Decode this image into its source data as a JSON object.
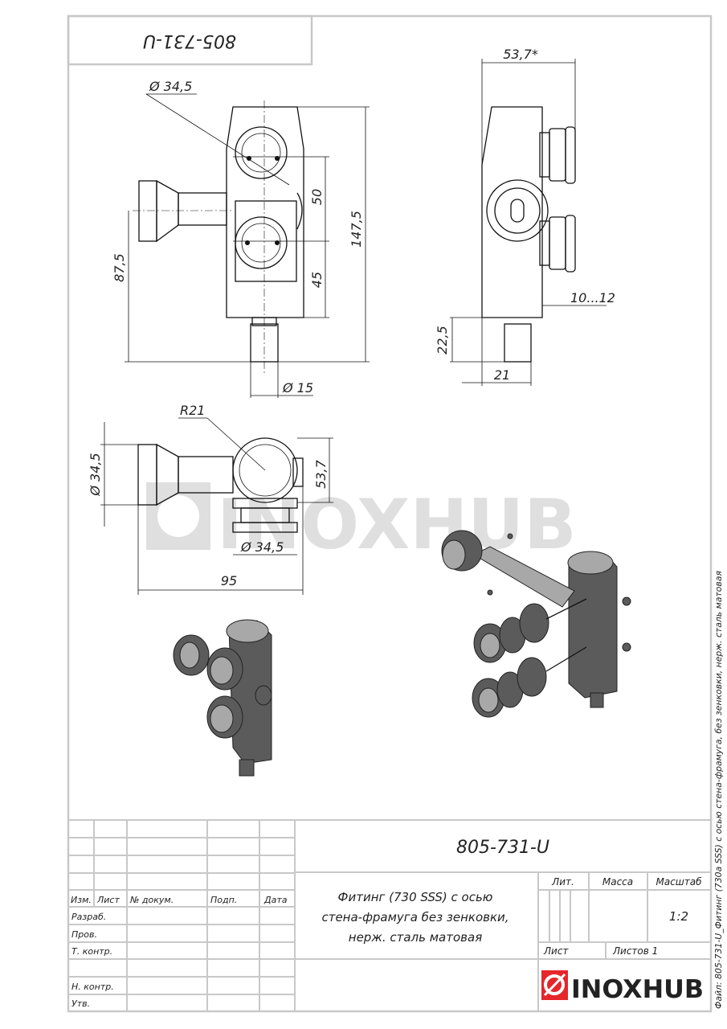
{
  "stamp": {
    "designation_mirrored": "805-731-U"
  },
  "dimensions": {
    "front": {
      "dia_top": "Ø 34,5",
      "d50": "50",
      "d45": "45",
      "d147": "147,5",
      "d87": "87,5",
      "dia15": "Ø 15"
    },
    "side": {
      "d53": "53,7*",
      "d10_12": "10...12",
      "d22": "22,5",
      "d21": "21"
    },
    "top": {
      "r21": "R21",
      "dia_left": "Ø 34,5",
      "d53": "53,7",
      "dia_bottom": "Ø 34,5",
      "d95": "95"
    }
  },
  "watermark": {
    "text": "INOXHUB"
  },
  "title_block": {
    "designation": "805-731-U",
    "name_lines": [
      "Фитинг (730 SSS) с осью",
      "стена-фрамуга без зенковки,",
      "нерж. сталь матовая"
    ],
    "headers": {
      "izm": "Изм.",
      "list": "Лист",
      "doc_no": "№ докум.",
      "sign": "Подп.",
      "date": "Дата"
    },
    "roles": {
      "razrab": "Разраб.",
      "prov": "Пров.",
      "tkontr": "Т. контр.",
      "nkontr": "Н. контр.",
      "utv": "Утв."
    },
    "lit_label": "Лит.",
    "mass_label": "Масса",
    "scale_label": "Масштаб",
    "scale_value": "1:2",
    "sheet_label": "Лист",
    "sheets_label": "Листов 1",
    "logo_text": "INOXHUB",
    "logo_color": "#e5262b"
  },
  "side_note": "Файл: 805-731-U_Фитинг (730a SSS) с осью стена-фрамуга, без зенковки, нерж. сталь матовая"
}
